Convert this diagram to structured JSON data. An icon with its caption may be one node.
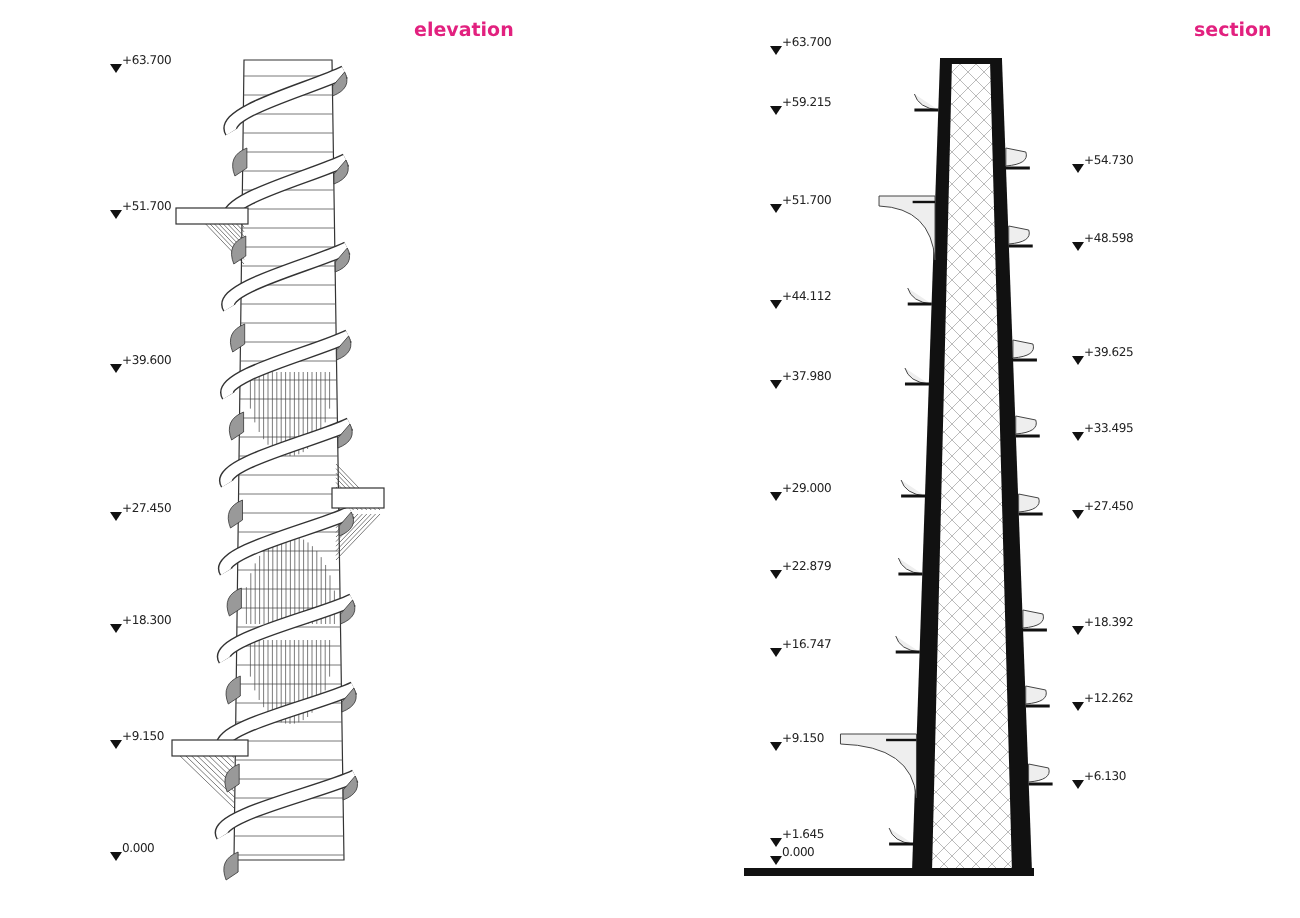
{
  "diagram": {
    "labels": [
      "elevation",
      "+63.700",
      "+51.700",
      "+39.600",
      "+27.450",
      "+18.300",
      "+9.150",
      "0.000",
      "section",
      "+63.700",
      "+59.215",
      "+51.700",
      "+44.112",
      "+37.980",
      "+29.000",
      "+22.879",
      "+16.747",
      "+9.150",
      "+1.645",
      "0.000",
      "+54.730",
      "+48.598",
      "+39.625",
      "+33.495",
      "+27.450",
      "+18.392",
      "+12.262",
      "+6.130"
    ]
  }
}
